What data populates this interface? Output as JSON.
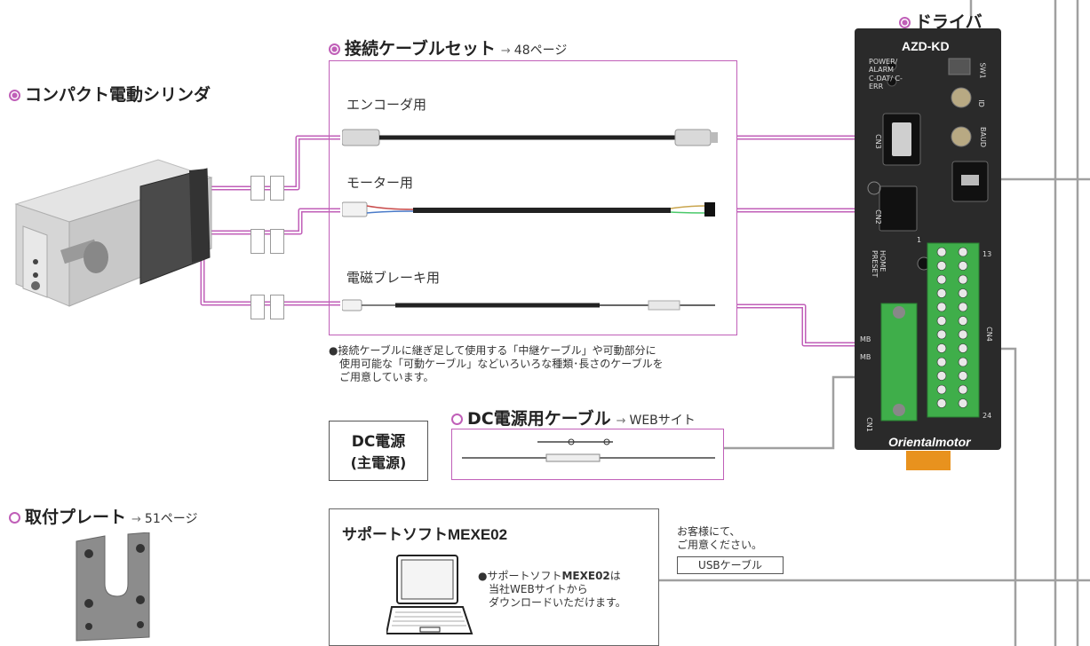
{
  "cylinder": {
    "marker": "filled",
    "title": "コンパクト電動シリンダ"
  },
  "cable_set": {
    "title": "接続ケーブルセット",
    "arrow": "→",
    "page_ref": "48ページ",
    "items": [
      {
        "label": "エンコーダ用"
      },
      {
        "label": "モーター用"
      },
      {
        "label": "電磁ブレーキ用"
      }
    ],
    "note_lines": [
      "●接続ケーブルに継ぎ足して使用する「中継ケーブル」や可動部分に",
      "使用可能な「可動ケーブル」などいろいろな種類･長さのケーブルを",
      "ご用意しています。"
    ]
  },
  "driver": {
    "title": "ドライバ",
    "model": "AZD-KD",
    "brand": "Orientalmotor",
    "panel_labels": {
      "power_alarm": "POWER/ ALARM",
      "cdat": "C-DAT/ C-ERR",
      "sw1": "SW1",
      "id": "ID",
      "baud": "BAUD",
      "cn3": "CN3",
      "cn2": "CN2",
      "home": "HOME PRESET",
      "mb1": "MB",
      "mb2": "MB",
      "cn1": "CN1",
      "cn4": "CN4",
      "pin1": "1",
      "pin13": "13",
      "pin24": "24"
    }
  },
  "dc_cable": {
    "title": "DC電源用ケーブル",
    "arrow": "→",
    "page_ref": "WEBサイト"
  },
  "dc_power": {
    "line1": "DC電源",
    "line2": "(主電源)"
  },
  "plate": {
    "title": "取付プレート",
    "arrow": "→",
    "page_ref": "51ページ"
  },
  "support": {
    "title_prefix": "サポートソフト",
    "title_bold": "MEXE02",
    "desc_prefix": "●サポートソフト",
    "desc_bold": "MEXE02",
    "desc_suffix": "は",
    "desc_line2": "当社WEBサイトから",
    "desc_line3": "ダウンロードいただけます。"
  },
  "customer": {
    "line1": "お客様にて、",
    "line2": "ご用意ください。",
    "usb_label": "USBケーブル"
  },
  "colors": {
    "accent": "#c05fb8",
    "line_gray": "#a0a0a0",
    "driver_body": "#2a2a2a",
    "terminal_green": "#3fae4a"
  }
}
